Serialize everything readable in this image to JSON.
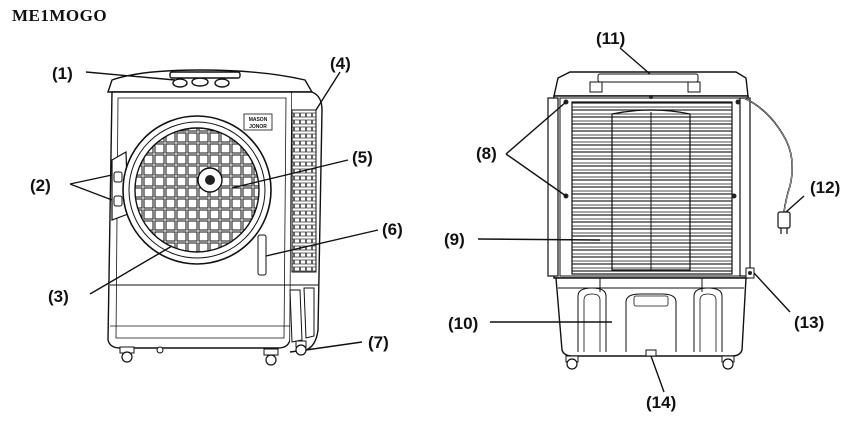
{
  "model": "ME1MOGO",
  "badge": [
    "MASON",
    "JONOR"
  ],
  "labels": {
    "l1": "(1)",
    "l2": "(2)",
    "l3": "(3)",
    "l4": "(4)",
    "l5": "(5)",
    "l6": "(6)",
    "l7": "(7)",
    "l8": "(8)",
    "l9": "(9)",
    "l10": "(10)",
    "l11": "(11)",
    "l12": "(12)",
    "l13": "(13)",
    "l14": "(14)"
  }
}
